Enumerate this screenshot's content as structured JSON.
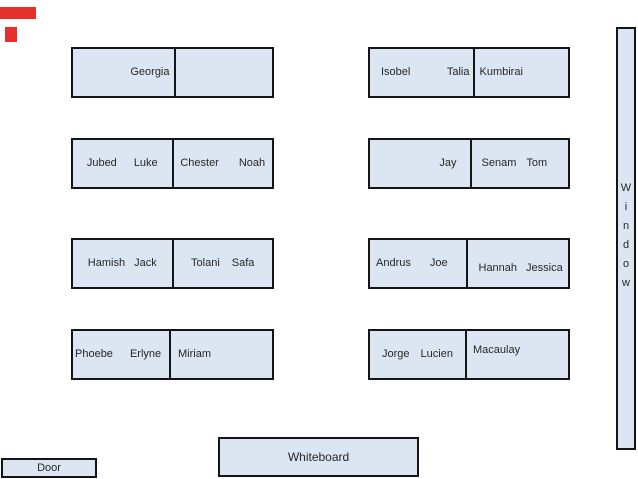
{
  "colors": {
    "desk_fill": "#dce6f2",
    "desk_border": "#141414",
    "text": "#262626",
    "red_accent": "#e5312b",
    "background": "#ffffff"
  },
  "room": {
    "door_label": "Door",
    "whiteboard_label": "Whiteboard",
    "window_label": "Window"
  },
  "seats": {
    "d1l": [
      "Georgia"
    ],
    "d1r": [],
    "d2l": [
      "Jubed",
      "Luke"
    ],
    "d2r": [
      "Chester",
      "Noah"
    ],
    "d3l": [
      "Hamish",
      "Jack"
    ],
    "d3r": [
      "Tolani",
      "Safa"
    ],
    "d4l": [
      "Phoebe",
      "Erlyne"
    ],
    "d4r": [
      "Miriam"
    ],
    "d5l": [
      "Isobel",
      "Talia"
    ],
    "d5r": [
      "Kumbirai"
    ],
    "d6l": [
      "Jay"
    ],
    "d6r": [
      "Senam",
      "Tom"
    ],
    "d7l": [
      "Andrus",
      "Joe"
    ],
    "d7r": [
      "Hannah",
      "Jessica"
    ],
    "d8l": [
      "Jorge",
      "Lucien"
    ],
    "d8r": [
      "Macaulay"
    ]
  }
}
